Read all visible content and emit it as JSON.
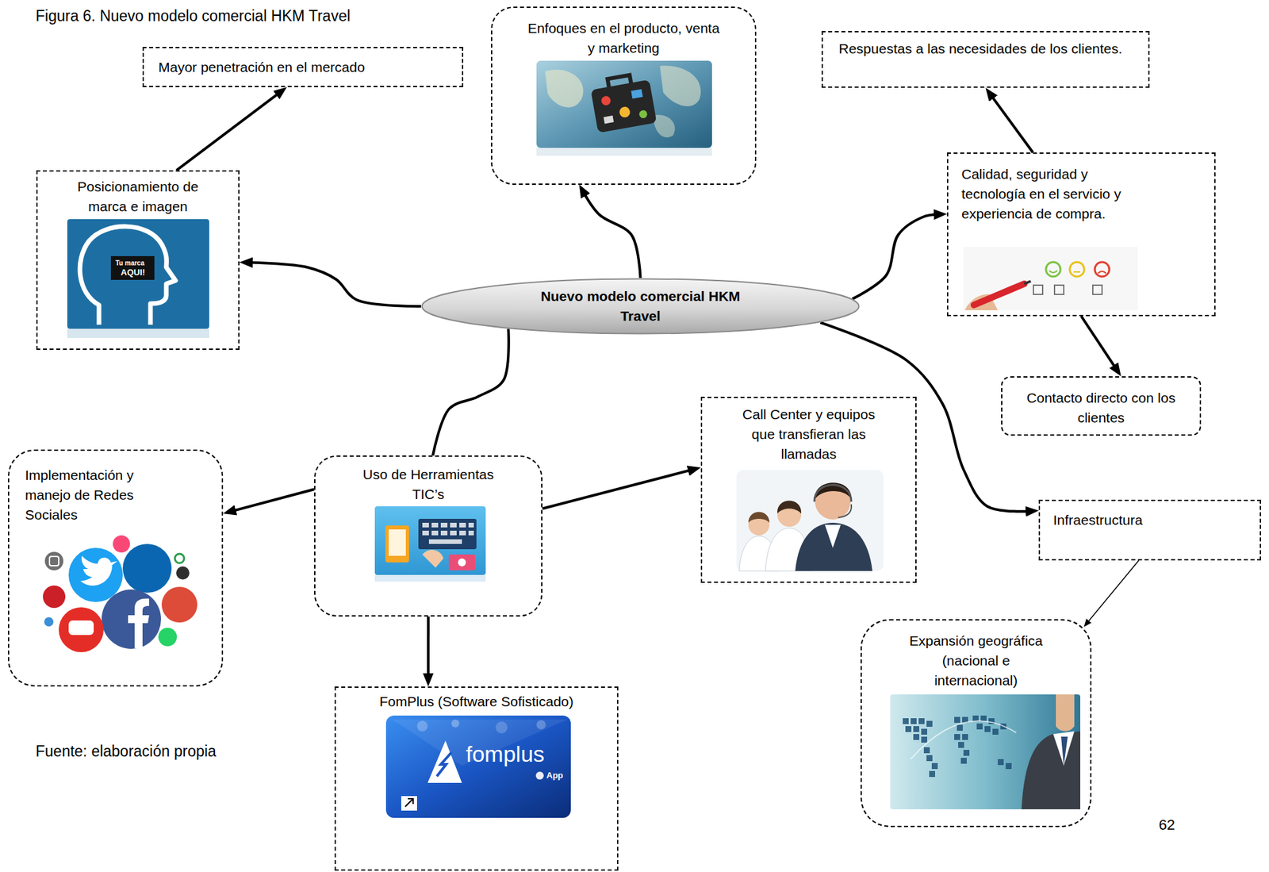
{
  "diagram": {
    "title": "Figura 6. Nuevo modelo comercial HKM Travel",
    "caption": "Fuente: elaboración propia",
    "nodes": [
      {
        "text": [
          "Mayor penetración en el mercado"
        ]
      },
      {
        "text": [
          "Enfoques en el producto, venta y marketing"
        ]
      },
      {
        "text": [
          "Respuestas a las necesidades de los clientes."
        ]
      },
      {
        "text": [
          "Calidad, seguridad y tecnología en el servicio y experiencia de compra."
        ]
      },
      {
        "text": [
          "Posicionamiento de marca e imagen"
        ]
      },
      {
        "text": [
          "Nuevo modelo comercial HKM Travel"
        ]
      },
      {
        "text": [
          "Contacto directo con los clientes"
        ]
      },
      {
        "text": [
          "Call Center y equipos que transfieran las llamadas"
        ]
      },
      {
        "text": [
          "Uso de Herramientas TIC’s"
        ]
      },
      {
        "text": [
          "Implementación y manejo de Redes Sociales"
        ]
      },
      {
        "text": [
          "Infraestructura"
        ]
      },
      {
        "text": [
          "Expansión geográfica (nacional e internacional)"
        ]
      },
      {
        "text": [
          "FomPlus (Software Sofisticado)"
        ]
      }
    ],
    "edges": [
      {
        "from": 5,
        "to": 4,
        "arrow": "to"
      },
      {
        "from": 4,
        "to": 0,
        "arrow": "to"
      },
      {
        "from": 5,
        "to": 1,
        "arrow": "to"
      },
      {
        "from": 5,
        "to": 3,
        "arrow": "to"
      },
      {
        "from": 3,
        "to": 2,
        "arrow": "to"
      },
      {
        "from": 3,
        "to": 6,
        "arrow": "to"
      },
      {
        "from": 5,
        "to": 10,
        "arrow": "to"
      },
      {
        "from": 10,
        "to": 11,
        "arrow": "to"
      },
      {
        "from": 5,
        "to": 8,
        "arrow": "none"
      },
      {
        "from": 8,
        "to": 9,
        "arrow": "to"
      },
      {
        "from": 8,
        "to": 7,
        "arrow": "to"
      },
      {
        "from": 8,
        "to": 12,
        "arrow": "to"
      }
    ],
    "labels": [
      "Tu marca",
      "AQUI!",
      "fomplus",
      "App",
      "62"
    ]
  }
}
